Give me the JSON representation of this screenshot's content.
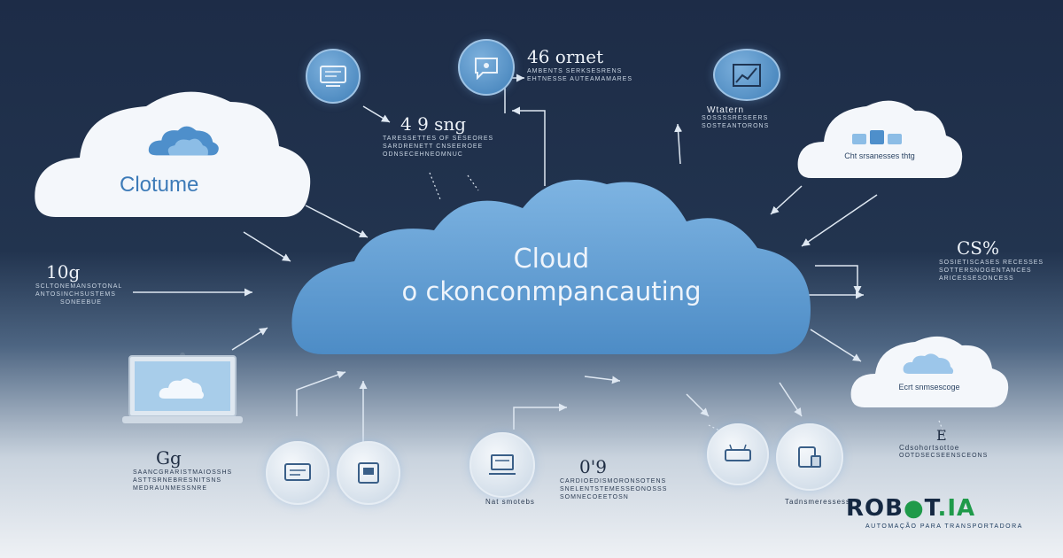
{
  "main_cloud": {
    "line1": "Cloud",
    "line2": "o ckonconmpancauting"
  },
  "cloud_top_left": {
    "label": "Clotume"
  },
  "cloud_top_right": {
    "label": "Cht srsanesses thtg"
  },
  "cloud_bottom_right": {
    "label": "Ecrt snmsescoge"
  },
  "stats": {
    "s1": {
      "value": "46 ornet",
      "caption": [
        "AMBENTS SERKSESRENS",
        "EHTNESSE AUTEAMAMARES"
      ]
    },
    "s2": {
      "value": "4 9 sng",
      "caption": [
        "TARESSETTES OF SESEORES",
        "SARDRENETT CNSEEROEE",
        "ODNSECEHNEOMNUC"
      ]
    },
    "s3": {
      "value": "10g",
      "caption": [
        "SCLTONEMANSOTONAL",
        "ANTOSINCHSUSTEMS",
        "SONEEBUE"
      ]
    },
    "s4": {
      "value": "Wtatern",
      "caption": [
        "SOSSSSRESEERS",
        "SOSTEANTORONS"
      ]
    },
    "s5": {
      "value": "CS%",
      "caption": [
        "SOSIETISCASES RECESSES",
        "SOTTERSNOGENTANCES",
        "ARICESSESONCESS"
      ]
    },
    "s6": {
      "value": "Gg",
      "caption": [
        "SAANCGRARISTMAIOSSHS",
        "ASTTSRNEBRESNITSNS",
        "MEDRAUNMESSNRE"
      ]
    },
    "s7": {
      "value": "0'9",
      "caption": [
        "CARDIOEDISMORONSOTENS",
        "SNELENTSTEMESSEONOSSS",
        "SOMNECOEETOSN"
      ]
    },
    "s8": {
      "value": "E",
      "caption": [
        "Cdsohortsottoe",
        "OOTDSECSEENSCEONS"
      ]
    },
    "s9": {
      "caption": "Nat smotebs"
    },
    "s10": {
      "caption": "Tadnsmeressess"
    }
  },
  "icons": [
    "monitor-icon",
    "chat-icon",
    "chart-icon",
    "cloud-icon",
    "server-icon",
    "tablet-icon",
    "laptop-icon",
    "router-icon",
    "device-icon",
    "cloud-device-icon"
  ],
  "logo": {
    "part1": "ROB",
    "part2": "T",
    "part3": ".IA",
    "subtitle": "AUTOMAÇÃO PARA TRANSPORTADORA"
  },
  "colors": {
    "background_top": "#1d2c47",
    "cloud_blue": "#5f9bd0",
    "accent_green": "#1f9a4a",
    "logo_navy": "#152842"
  }
}
